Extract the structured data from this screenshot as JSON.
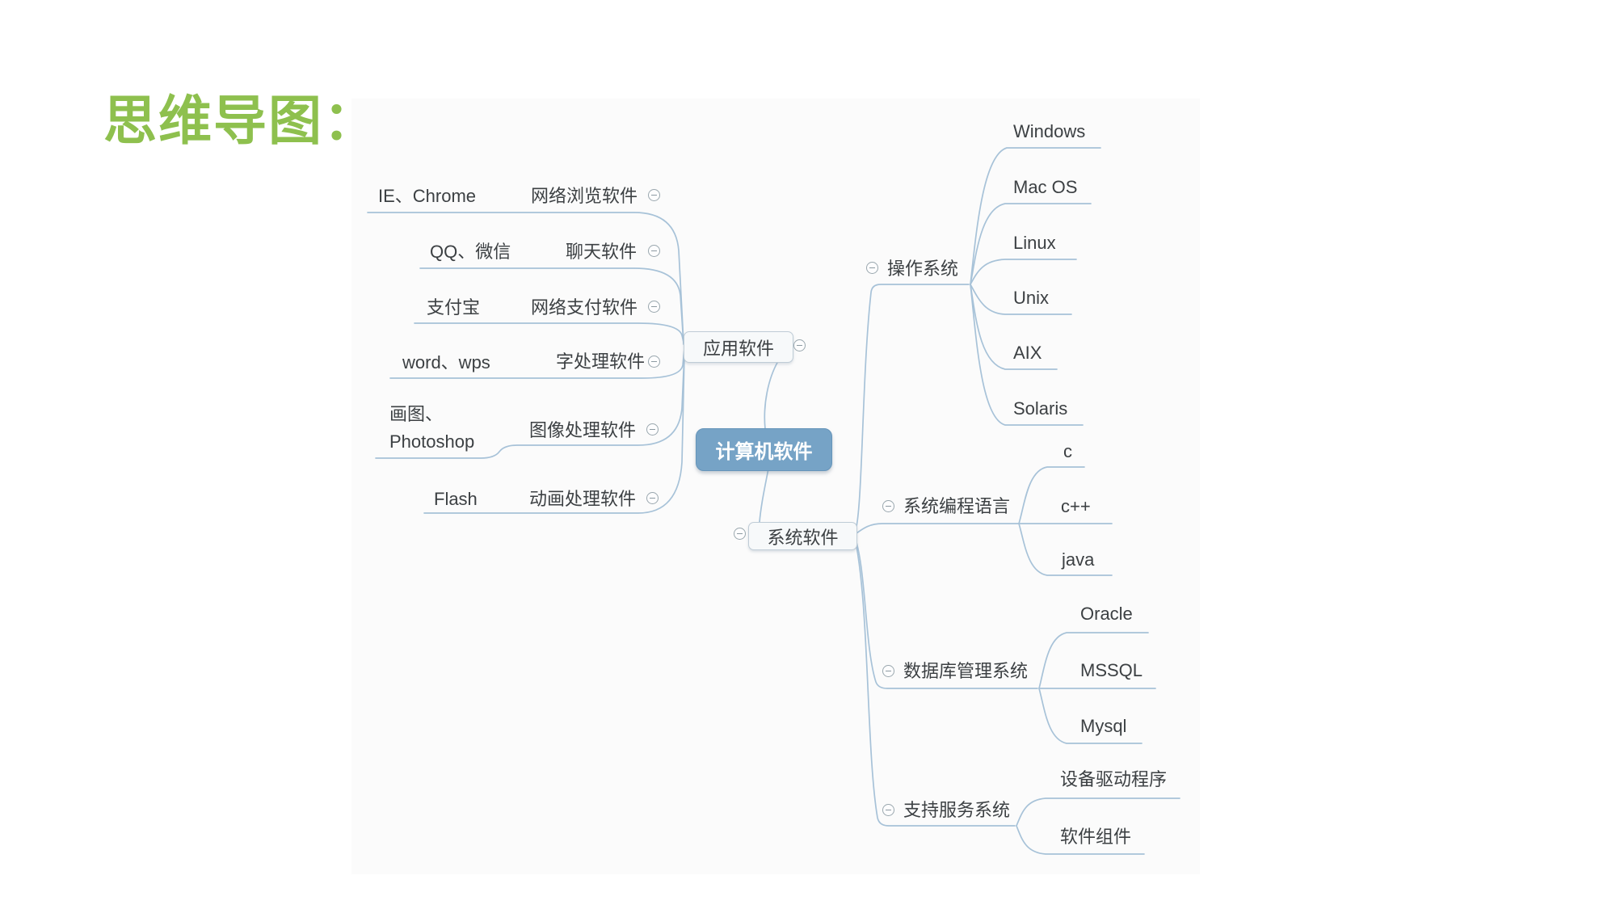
{
  "title": "思维导图：",
  "colors": {
    "title_green": "#8ec04e",
    "root_fill": "#76a3c6",
    "node_fill": "#f7f9fa",
    "node_border": "#bfccd6",
    "wire": "#a7c2d8",
    "canvas_bg": "#fafafa",
    "text": "#3c4043"
  },
  "icons": {
    "collapse": "minus-circle"
  },
  "map": {
    "root": "计算机软件",
    "app": {
      "label": "应用软件",
      "rows": [
        {
          "leaf": "IE、Chrome",
          "cat": "网络浏览软件"
        },
        {
          "leaf": "QQ、微信",
          "cat": "聊天软件"
        },
        {
          "leaf": "支付宝",
          "cat": "网络支付软件"
        },
        {
          "leaf": "word、wps",
          "cat": "字处理软件"
        },
        {
          "leaf": "画图、Photoshop",
          "cat": "图像处理软件"
        },
        {
          "leaf": "Flash",
          "cat": "动画处理软件"
        }
      ]
    },
    "sys": {
      "label": "系统软件",
      "groups": [
        {
          "label": "操作系统",
          "items": [
            "Windows",
            "Mac OS",
            "Linux",
            "Unix",
            "AIX",
            "Solaris"
          ]
        },
        {
          "label": "系统编程语言",
          "items": [
            "c",
            "c++",
            "java"
          ]
        },
        {
          "label": "数据库管理系统",
          "items": [
            "Oracle",
            "MSSQL",
            "Mysql"
          ]
        },
        {
          "label": "支持服务系统",
          "items": [
            "设备驱动程序",
            "软件组件"
          ]
        }
      ]
    }
  }
}
